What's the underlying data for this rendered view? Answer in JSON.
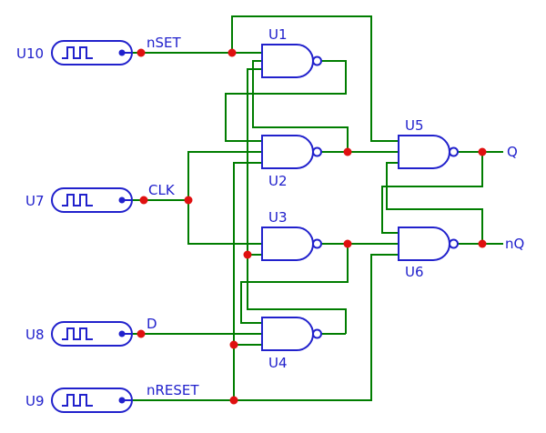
{
  "colors": {
    "wire": "#007d00",
    "component": "#2121cc",
    "junction": "#e01010",
    "background": "#ffffff"
  },
  "sources": [
    {
      "label": "U10",
      "signal": "nSET"
    },
    {
      "label": "U7",
      "signal": "CLK"
    },
    {
      "label": "U8",
      "signal": "D"
    },
    {
      "label": "U9",
      "signal": "nRESET"
    }
  ],
  "gates": [
    {
      "label": "U1",
      "type": "NAND"
    },
    {
      "label": "U2",
      "type": "NAND"
    },
    {
      "label": "U3",
      "type": "NAND"
    },
    {
      "label": "U4",
      "type": "NAND"
    },
    {
      "label": "U5",
      "type": "NAND"
    },
    {
      "label": "U6",
      "type": "NAND"
    }
  ],
  "outputs": [
    {
      "label": "Q"
    },
    {
      "label": "nQ"
    }
  ]
}
